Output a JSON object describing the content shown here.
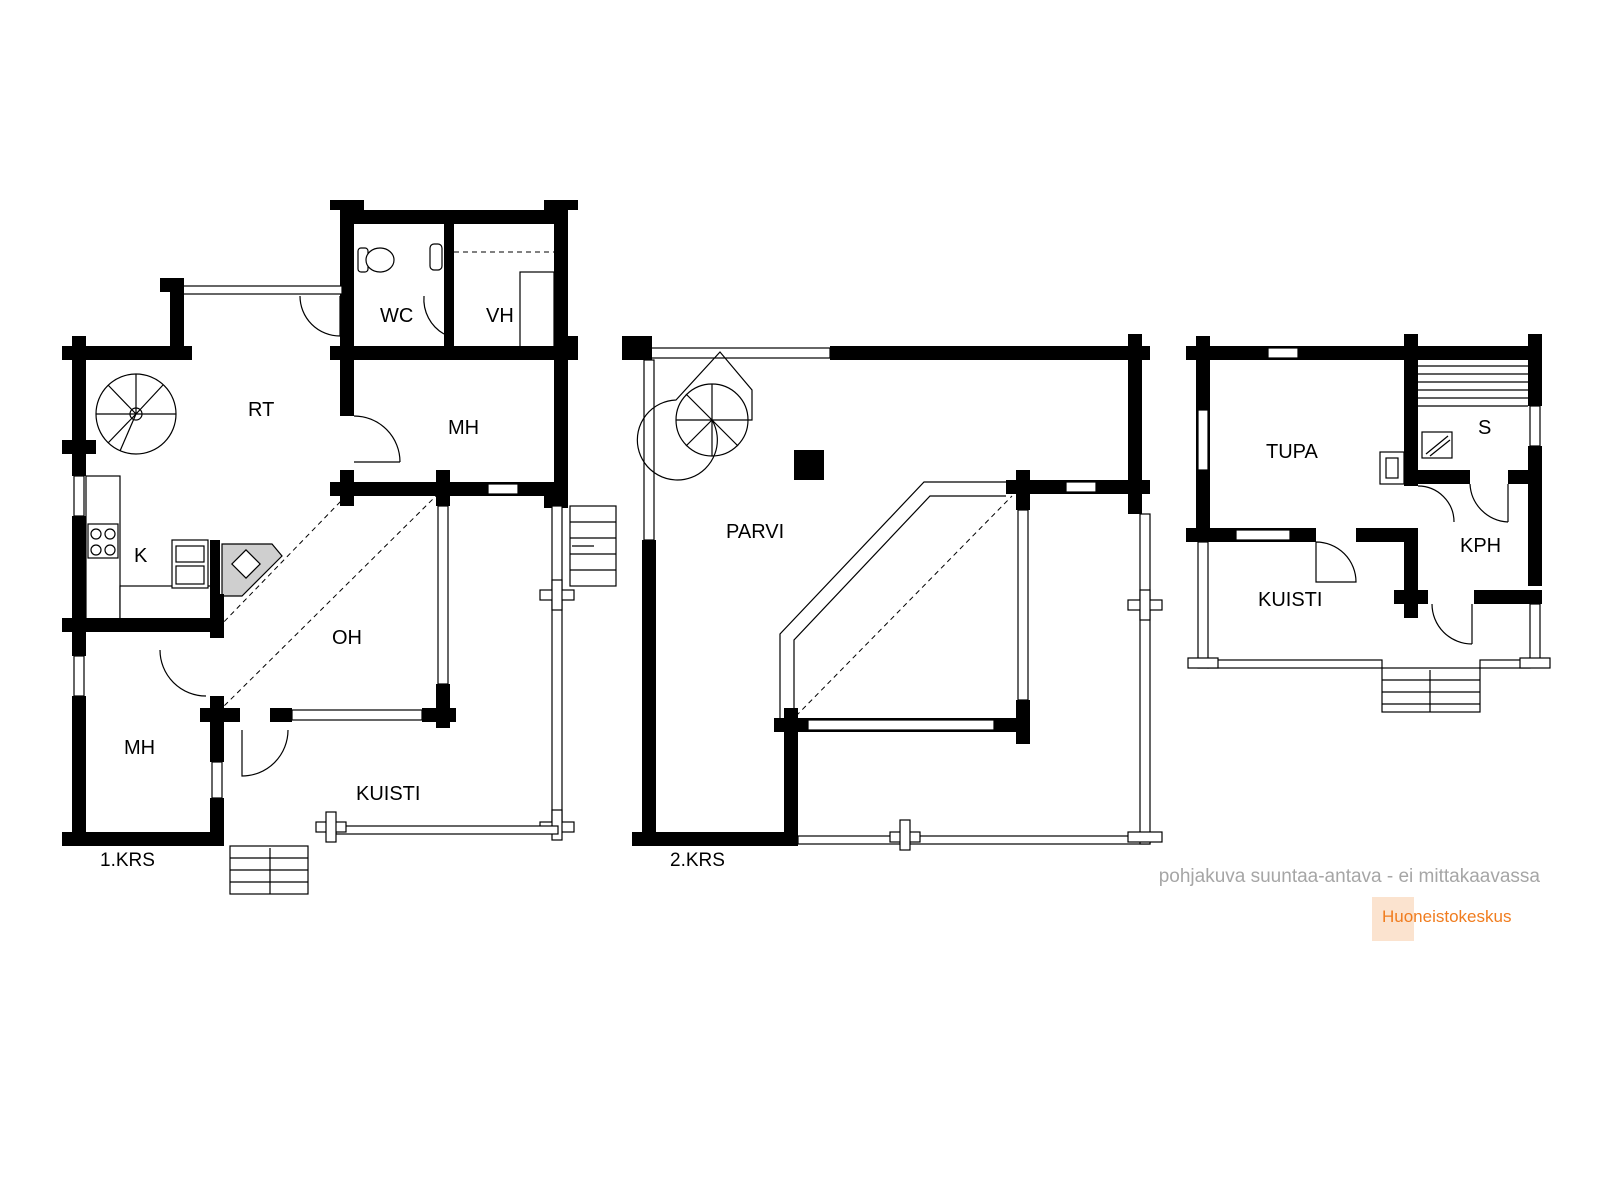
{
  "floor_1": {
    "label": "1.KRS",
    "rooms": {
      "rt": "RT",
      "wc": "WC",
      "vh": "VH",
      "mh_upper": "MH",
      "k": "K",
      "oh": "OH",
      "mh_lower": "MH",
      "kuisti": "KUISTI"
    }
  },
  "floor_2": {
    "label": "2.KRS",
    "rooms": {
      "parvi": "PARVI"
    }
  },
  "sauna_building": {
    "rooms": {
      "tupa": "TUPA",
      "s": "S",
      "kph": "KPH",
      "kuisti": "KUISTI"
    }
  },
  "footer": {
    "note": "pohjakuva suuntaa-antava - ei mittakaavassa",
    "brand": "Huoneistokeskus",
    "brand_color": "#f07c1e",
    "note_color": "#a6a6a6"
  }
}
